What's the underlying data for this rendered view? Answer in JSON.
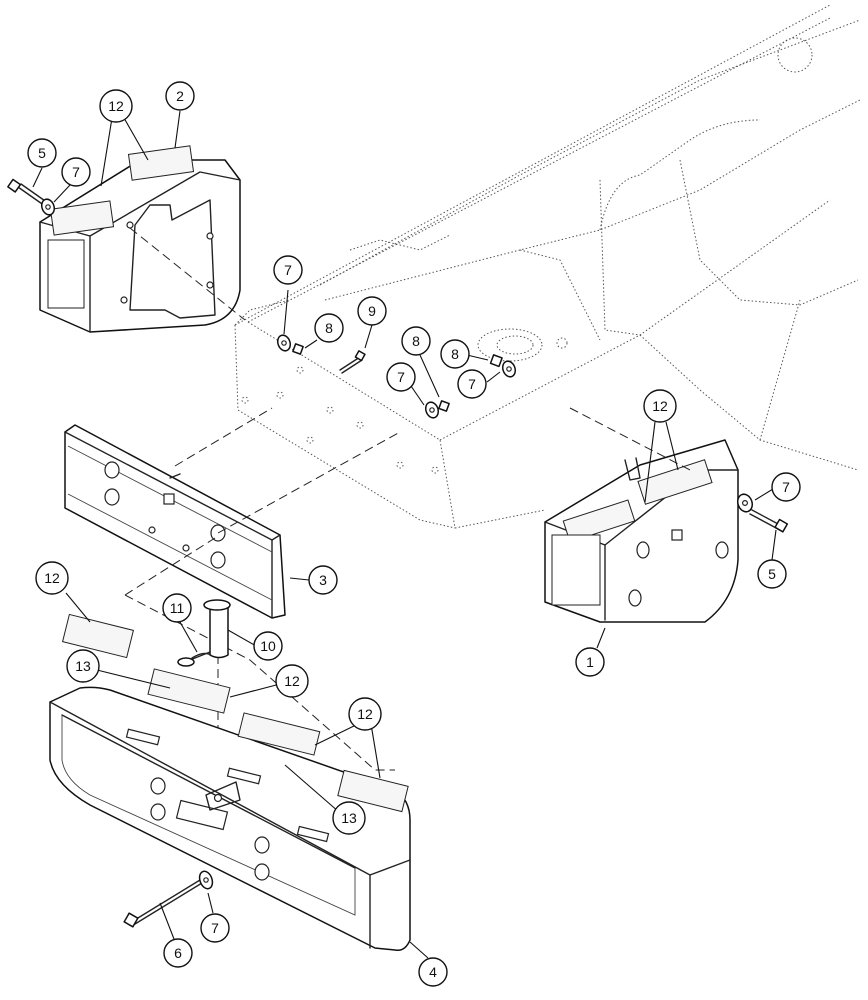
{
  "callouts": {
    "c1": "1",
    "c2": "2",
    "c3": "3",
    "c4": "4",
    "c5a": "5",
    "c5b": "5",
    "c6": "6",
    "c7a": "7",
    "c7b": "7",
    "c7c": "7",
    "c7d": "7",
    "c7e": "7",
    "c7f": "7",
    "c8a": "8",
    "c8b": "8",
    "c8c": "8",
    "c9": "9",
    "c10": "10",
    "c11": "11",
    "c12a": "12",
    "c12b": "12",
    "c12c": "12",
    "c12d": "12",
    "c12e": "12",
    "c13a": "13",
    "c13b": "13"
  }
}
